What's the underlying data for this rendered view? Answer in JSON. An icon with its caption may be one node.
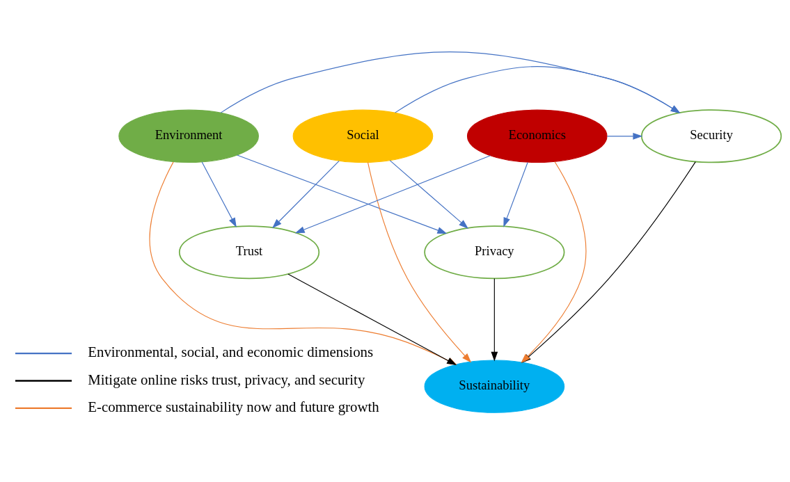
{
  "diagram": {
    "nodes": [
      {
        "text": [
          "Environment"
        ]
      },
      {
        "text": [
          "Security"
        ]
      },
      {
        "text": [
          "Social"
        ]
      },
      {
        "text": [
          "Sustainability"
        ]
      },
      {
        "text": [
          "Economics"
        ]
      },
      {
        "text": [
          "Trust"
        ]
      },
      {
        "text": [
          "Privacy"
        ]
      }
    ],
    "edges": [
      {
        "from": 0,
        "to": 1,
        "arrow": "to"
      },
      {
        "from": 2,
        "to": 1,
        "arrow": "to"
      },
      {
        "from": 4,
        "to": 1,
        "arrow": "to"
      },
      {
        "from": 1,
        "to": 3,
        "arrow": "to",
        "color": "#000000"
      },
      {
        "from": 0,
        "to": 3,
        "arrow": "to",
        "color": "#ed7d31"
      },
      {
        "from": 2,
        "to": 3,
        "arrow": "to",
        "color": "#ed7d31"
      },
      {
        "from": 4,
        "to": 3,
        "arrow": "to",
        "color": "#ed7d31"
      },
      {
        "from": 0,
        "to": 5,
        "arrow": "to"
      },
      {
        "from": 0,
        "to": 6,
        "arrow": "to"
      },
      {
        "from": 2,
        "to": 5,
        "arrow": "to"
      },
      {
        "from": 2,
        "to": 6,
        "arrow": "to"
      },
      {
        "from": 4,
        "to": 5,
        "arrow": "to"
      },
      {
        "from": 4,
        "to": 6,
        "arrow": "to"
      },
      {
        "from": 5,
        "to": 3,
        "arrow": "to",
        "color": "#000000"
      },
      {
        "from": 6,
        "to": 3,
        "arrow": "to",
        "color": "#000000"
      }
    ],
    "legend": [
      {
        "text": "Environmental, social, and economic dimensions",
        "color": "#4472c4"
      },
      {
        "text": "Mitigate online risks trust, privacy, and security",
        "color": "#000000"
      },
      {
        "text": "E-commerce sustainability now and future growth",
        "color": "#ed7d31"
      }
    ]
  }
}
